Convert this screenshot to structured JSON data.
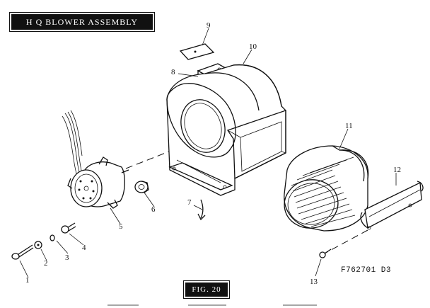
{
  "title": "H Q BLOWER ASSEMBLY",
  "figure_label": "FIG. 20",
  "part_code": "F762701 D3",
  "callouts": {
    "c1": "1",
    "c2": "2",
    "c3": "3",
    "c4": "4",
    "c5": "5",
    "c6": "6",
    "c7": "7",
    "c8": "8",
    "c9": "9",
    "c10": "10",
    "c11": "11",
    "c12": "12",
    "c13": "13"
  }
}
